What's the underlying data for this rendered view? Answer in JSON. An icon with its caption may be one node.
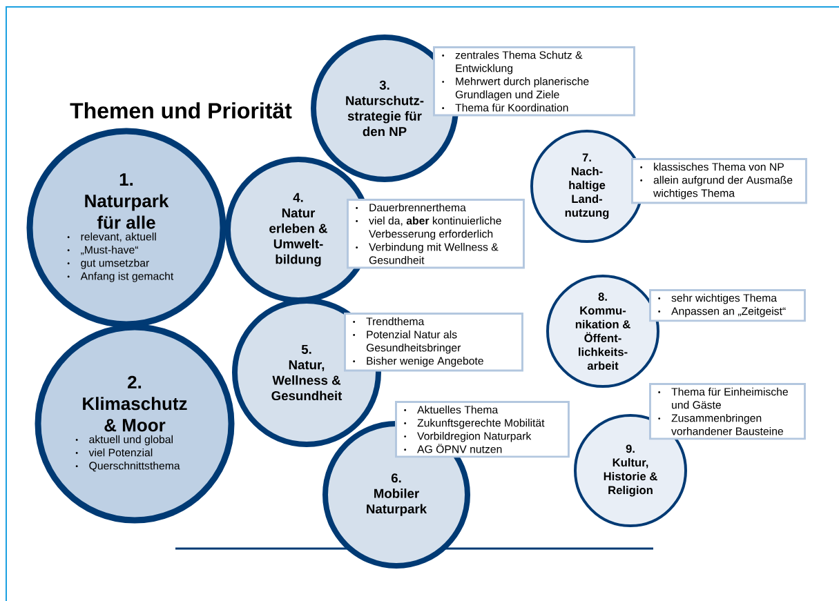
{
  "diagram": {
    "title": "Themen und Priorität",
    "nodes": [
      {
        "text": [
          "1.",
          "Naturpark für alle",
          "relevant, aktuell",
          "„Must-have“",
          "gut umsetzbar",
          "Anfang ist gemacht"
        ]
      },
      {
        "text": [
          "2.",
          "Klimaschutz & Moor",
          "aktuell und global",
          "viel Potenzial",
          "Querschnittsthema"
        ]
      },
      {
        "text": [
          "3.",
          "Naturschutz- strategie für den NP"
        ]
      },
      {
        "text": [
          "zentrales Thema Schutz & Entwicklung",
          "Mehrwert durch planerische Grundlagen und Ziele",
          "Thema für Koordination"
        ]
      },
      {
        "text": [
          "4.",
          "Natur erleben & Umwelt- bildung"
        ]
      },
      {
        "text": [
          "Dauerbrennerthema",
          "viel da, **aber** kontinuierliche Verbesserung erforderlich",
          "Verbindung mit Wellness & Gesundheit"
        ]
      },
      {
        "text": [
          "5.",
          "Natur, Wellness & Gesundheit"
        ]
      },
      {
        "text": [
          "Trendthema",
          "Potenzial Natur als Gesundheitsbringer",
          "Bisher wenige Angebote"
        ]
      },
      {
        "text": [
          "6.",
          "Mobiler Naturpark"
        ]
      },
      {
        "text": [
          "Aktuelles Thema",
          "Zukunftsgerechte Mobilität",
          "Vorbildregion Naturpark",
          "AG ÖPNV nutzen"
        ]
      },
      {
        "text": [
          "7.",
          "Nach- haltige Land- nutzung"
        ]
      },
      {
        "text": [
          "klassisches Thema von NP",
          "allein aufgrund der Ausmaße wichtiges Thema"
        ]
      },
      {
        "text": [
          "8.",
          "Kommu- nikation & Öffent- lichkeits- arbeit"
        ]
      },
      {
        "text": [
          "sehr wichtiges Thema",
          "Anpassen an „Zeitgeist“"
        ]
      },
      {
        "text": [
          "9.",
          "Kultur, Historie & Religion"
        ]
      },
      {
        "text": [
          "Thema für Einheimische und Gäste",
          "Zusammenbringen vorhandener Bausteine"
        ]
      }
    ]
  }
}
